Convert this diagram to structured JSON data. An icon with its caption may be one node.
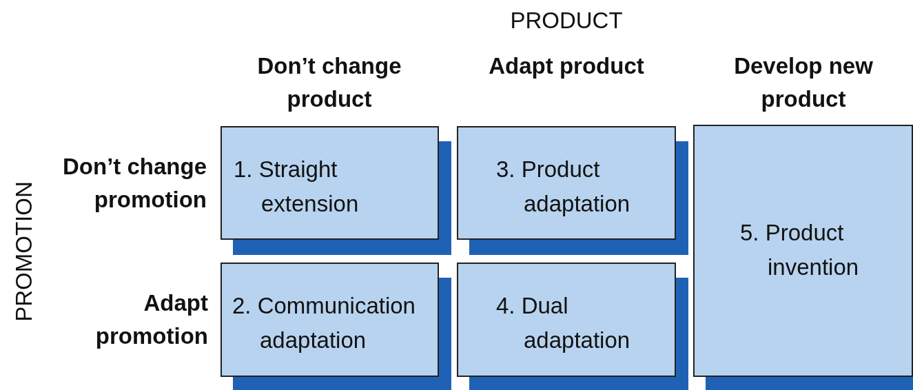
{
  "diagram": {
    "nodes": [
      {
        "text": [
          "1. Straight extension"
        ]
      },
      {
        "text": [
          "3. Product adaptation"
        ]
      },
      {
        "text": [
          "5. Product invention"
        ]
      },
      {
        "text": [
          "2. Communication adaptation"
        ]
      },
      {
        "text": [
          "4. Dual adaptation"
        ]
      }
    ],
    "labels": [
      "PRODUCT",
      "Don’t change product",
      "Adapt product",
      "Develop new product",
      "PROMOTION",
      "Don’t change promotion",
      "Adapt promotion"
    ]
  }
}
